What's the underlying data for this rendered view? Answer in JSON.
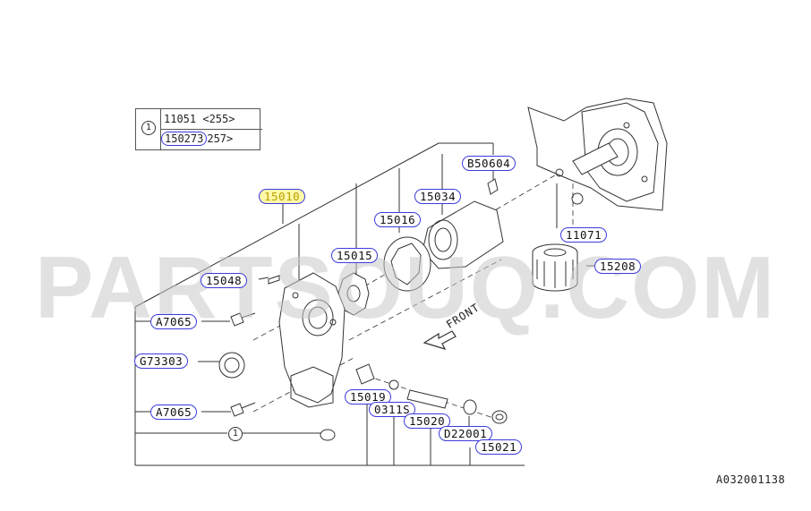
{
  "legend": {
    "ref_number": "1",
    "rows": [
      {
        "code": "11051",
        "suffix": "<255>"
      },
      {
        "code": "150273",
        "suffix": "257>"
      }
    ]
  },
  "part_labels": [
    {
      "id": "p15010",
      "text": "15010"
    },
    {
      "id": "p15034",
      "text": "15034"
    },
    {
      "id": "p15016",
      "text": "15016"
    },
    {
      "id": "p15015",
      "text": "15015"
    },
    {
      "id": "p15048",
      "text": "15048"
    },
    {
      "id": "pA7065a",
      "text": "A7065"
    },
    {
      "id": "pG73303",
      "text": "G73303"
    },
    {
      "id": "pA7065b",
      "text": "A7065"
    },
    {
      "id": "p15019",
      "text": "15019"
    },
    {
      "id": "p0311S",
      "text": "0311S"
    },
    {
      "id": "p15020",
      "text": "15020"
    },
    {
      "id": "pD22001",
      "text": "D22001"
    },
    {
      "id": "p15021",
      "text": "15021"
    },
    {
      "id": "pB50604",
      "text": "B50604"
    },
    {
      "id": "p11071",
      "text": "11071"
    },
    {
      "id": "p15208",
      "text": "15208"
    }
  ],
  "front_label": "FRONT",
  "bottom_ref": "1",
  "diagram_id": "A032001138",
  "watermark": "PARTSOUQ.COM",
  "colors": {
    "label_border": "#3b3bdc",
    "highlight_fill": "#fdf7a8",
    "line": "#333333"
  }
}
